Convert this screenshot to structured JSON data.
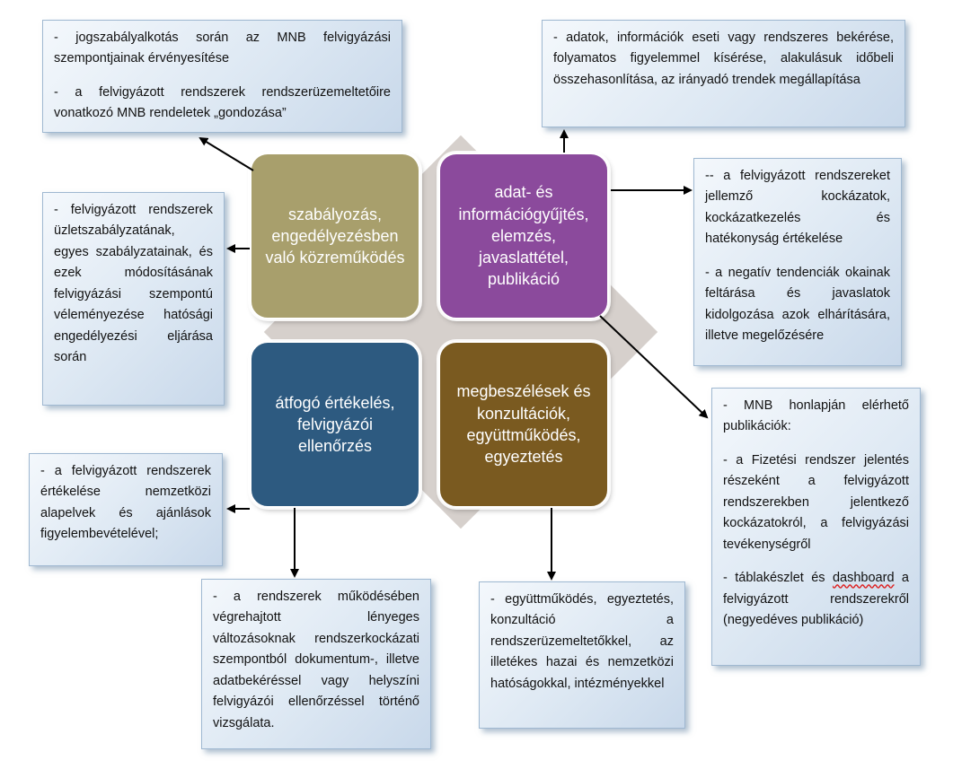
{
  "center": {
    "top_left": "szabályozás,\nengedélyezésben\nvaló közreműködés",
    "top_right": "adat- és\ninformációgyűjtés,\nelemzés,\njavaslattétel,\npublikáció",
    "bottom_left": "átfogó értékelés,\nfelvigyázói\nellenőrzés",
    "bottom_right": "megbeszélések és\nkonzultációk,\negyüttműködés,\negyeztetés"
  },
  "boxes": {
    "top_left": {
      "p1": "- jogszabályalkotás során az MNB felvigyázási szempontjainak érvényesítése",
      "p2": "- a felvigyázott rendszerek rendszerüzemeltetőire vonatkozó MNB rendeletek „gondozása”"
    },
    "mid_left": {
      "p1": "- felvigyázott rendszerek üzletszabályzatának, egyes szabályzatainak, és ezek módosításának felvigyázási szempontú véleményezése hatósági engedélyezési eljárása során"
    },
    "lower_left": {
      "p1": "- a felvigyázott rendszerek értékelése nemzetközi alapelvek és ajánlások figyelembevételével;"
    },
    "bottom_center_left": {
      "p1": "- a rendszerek működésében végrehajtott lényeges változásoknak rendszerkockázati szempontból dokumentum-, illetve adatbekéréssel vagy helyszíni felvigyázói ellenőrzéssel történő vizsgálata."
    },
    "bottom_center_right": {
      "p1": "- együttműködés, egyeztetés, konzultáció a rendszerüzemeltetőkkel, az illetékes hazai és nemzetközi hatóságokkal, intézményekkel"
    },
    "top_right": {
      "p1": "- adatok, információk eseti vagy rendszeres bekérése, folyamatos figyelemmel kísérése, alakulásuk időbeli összehasonlítása, az irányadó trendek megállapítása"
    },
    "mid_right": {
      "p1": "-- a felvigyázott rendszereket jellemző kockázatok, kockázatkezelés és hatékonyság értékelése",
      "p2": "- a negatív tendenciák okainak feltárása és javaslatok kidolgozása azok elhárítására, illetve megelőzésére"
    },
    "lower_right": {
      "p1": "- MNB honlapján elérhető publikációk:",
      "p2": "- a Fizetési rendszer jelentés részeként a felvigyázott rendszerekben jelentkező kockázatokról, a felvigyázási tevékenységről",
      "p3_prefix": "- táblakészlet és ",
      "p3_word": "dashboard",
      "p3_suffix": " a felvigyázott rendszerekről (negyedéves publikáció)"
    }
  },
  "colors": {
    "top_left": "#a89f6c",
    "top_right": "#8b4a9c",
    "bottom_left": "#2d5a80",
    "bottom_right": "#7a5a20",
    "diamond": "#d6d0cc"
  }
}
